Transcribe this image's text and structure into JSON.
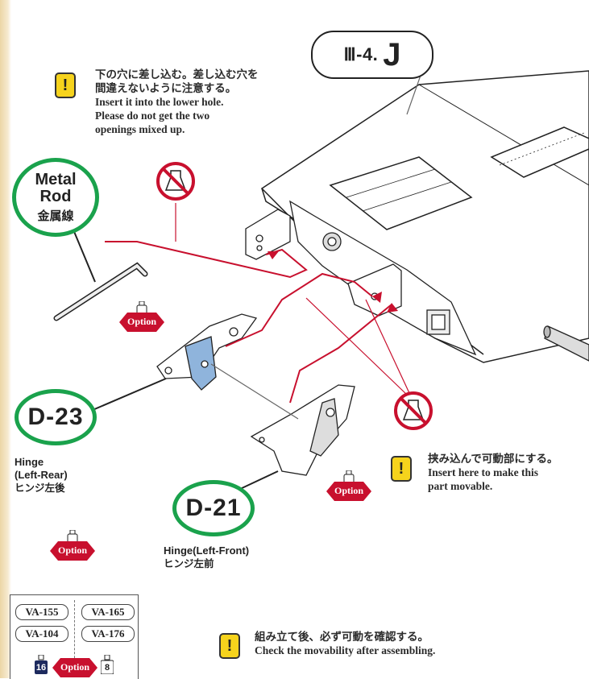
{
  "step": {
    "number": "Ⅲ-4.",
    "letter": "J"
  },
  "notes": [
    {
      "jp": "下の穴に差し込む。差し込む穴を",
      "jp2": "間違えないように注意する。",
      "en": "Insert it into the lower hole.",
      "en2": "Please do not get the two",
      "en3": "openings mixed up."
    },
    {
      "jp": "挟み込んで可動部にする。",
      "en": "Insert here to make this",
      "en2": "part movable."
    },
    {
      "jp": "組み立て後、必ず可動を確認する。",
      "en": "Check the movability after assembling."
    }
  ],
  "warn_symbol": "!",
  "metal_rod": {
    "line1": "Metal",
    "line2": "Rod",
    "jp": "金属線"
  },
  "parts": [
    {
      "code": "D-23",
      "name": "Hinge",
      "name2": "(Left-Rear)",
      "jp": "ヒンジ左後"
    },
    {
      "code": "D-21",
      "name": "Hinge(Left-Front)",
      "jp": "ヒンジ左前"
    }
  ],
  "option_label": "Option",
  "paint": {
    "left": [
      "VA-155",
      "VA-104"
    ],
    "right": [
      "VA-165",
      "VA-176"
    ],
    "pot_left": "16",
    "pot_right": "8"
  },
  "icons": [
    "no-glue-icon",
    "warning-icon",
    "option-paint-icon",
    "paint-pot-icon"
  ],
  "colors": {
    "green_ring": "#1aa24c",
    "red": "#c8102e",
    "warning_yellow": "#f6d31c",
    "part_blue": "#8fb4dc",
    "navy_pot": "#1d2a5e"
  }
}
